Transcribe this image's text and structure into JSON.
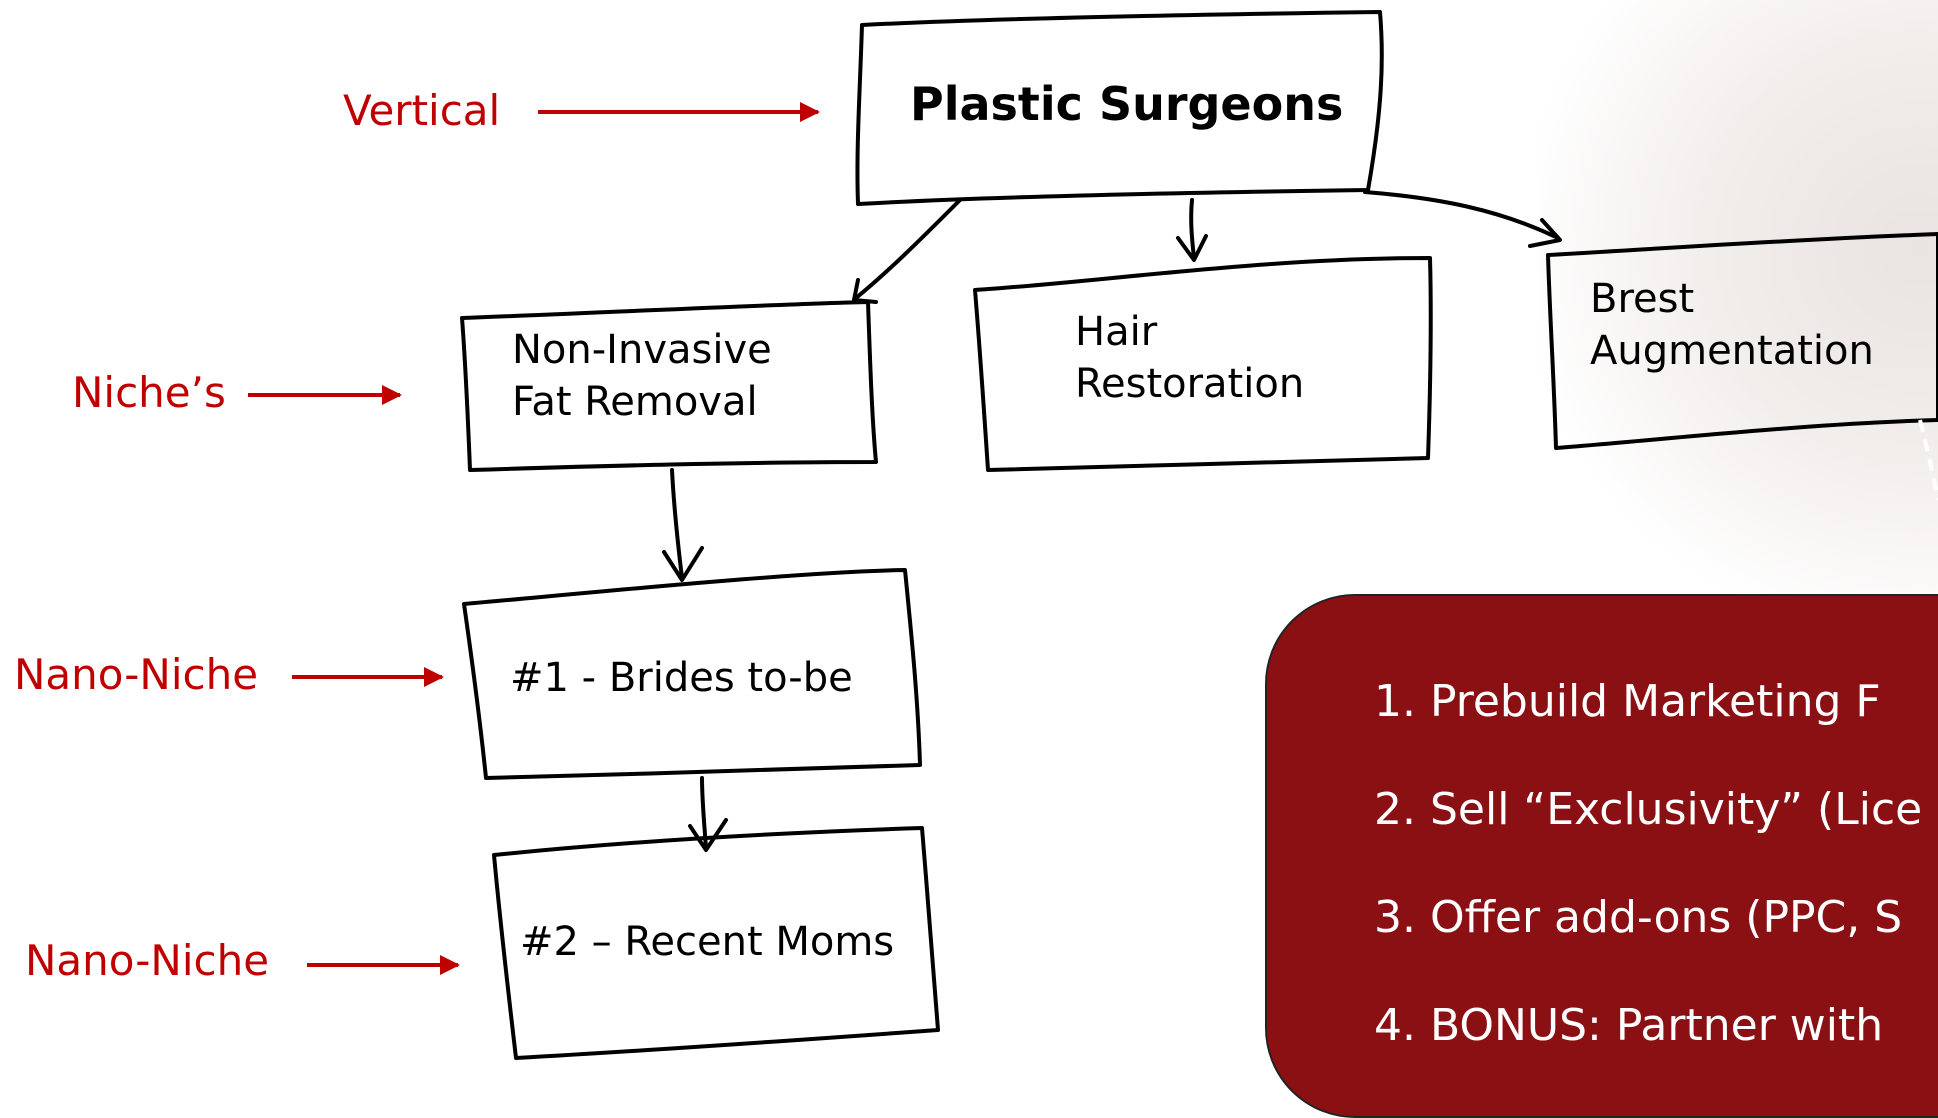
{
  "labels": {
    "vertical": "Vertical",
    "niches": "Niche’s",
    "nano1": "Nano-Niche",
    "nano2": "Nano-Niche"
  },
  "boxes": {
    "root": "Plastic Surgeons",
    "fat": "Non-Invasive\nFat Removal",
    "hair": "Hair\nRestoration",
    "breast": "Brest\nAugmentation",
    "brides": "#1 - Brides to-be",
    "moms": "#2 – Recent Moms"
  },
  "panel_items": [
    "1.  Prebuild Marketing F",
    "2.  Sell “Exclusivity” (Lice",
    "3.  Offer add-ons (PPC, S",
    "4.  BONUS: Partner with"
  ],
  "colors": {
    "annotation_red": "#c00000",
    "panel_red": "#8b1014"
  }
}
